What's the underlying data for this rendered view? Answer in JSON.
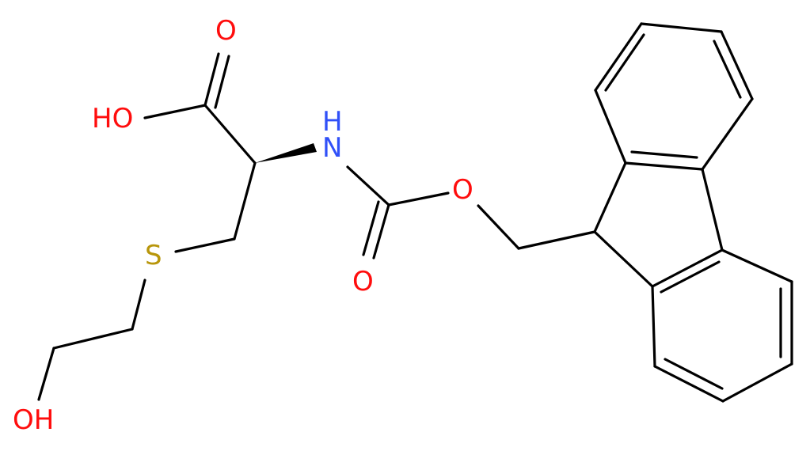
{
  "colors": {
    "bond": "#000000",
    "oxygen": "#ff0d0d",
    "nitrogen": "#3050f8",
    "sulfur": "#b8960b"
  },
  "atoms": {
    "carboxyl_oh": "HO",
    "carbonyl_o_top": "O",
    "amide_n": "N",
    "amide_h": "H",
    "ester_o": "O",
    "carbamate_o": "O",
    "thioether_s": "S",
    "terminal_oh": "OH"
  }
}
